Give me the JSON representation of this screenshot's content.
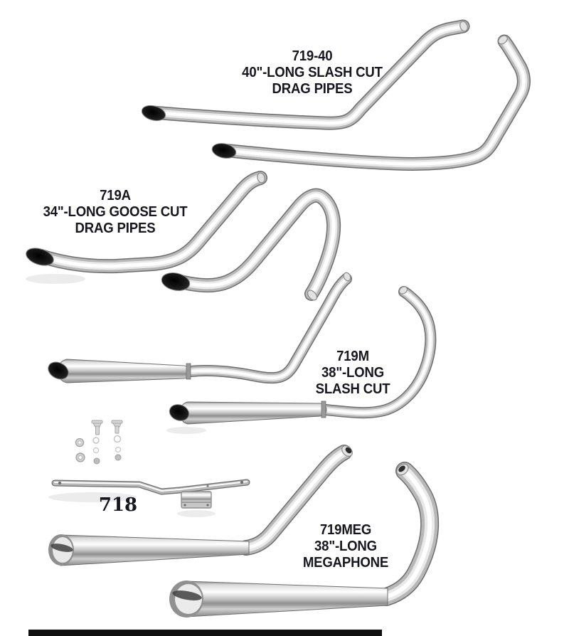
{
  "page": {
    "background_color": "#ffffff",
    "ink_color": "#17171f",
    "divider_bar_color": "#101010",
    "chrome_highlight_color": "#ffffff",
    "chrome_mid_color": "#b8b8b8",
    "chrome_edge_color": "#6e6e6e"
  },
  "products": [
    {
      "code": "719-40",
      "lines": [
        "719-40",
        "40\"-LONG SLASH CUT",
        "DRAG PIPES"
      ]
    },
    {
      "code": "719A",
      "lines": [
        "719A",
        "34\"-LONG GOOSE CUT",
        "DRAG PIPES"
      ]
    },
    {
      "code": "719M",
      "lines": [
        "719M",
        "38\"-LONG",
        "SLASH CUT"
      ]
    },
    {
      "code": "718",
      "lines": [
        "718"
      ]
    },
    {
      "code": "719MEG",
      "lines": [
        "719MEG",
        "38\"-LONG",
        "MEGAPHONE"
      ]
    }
  ]
}
